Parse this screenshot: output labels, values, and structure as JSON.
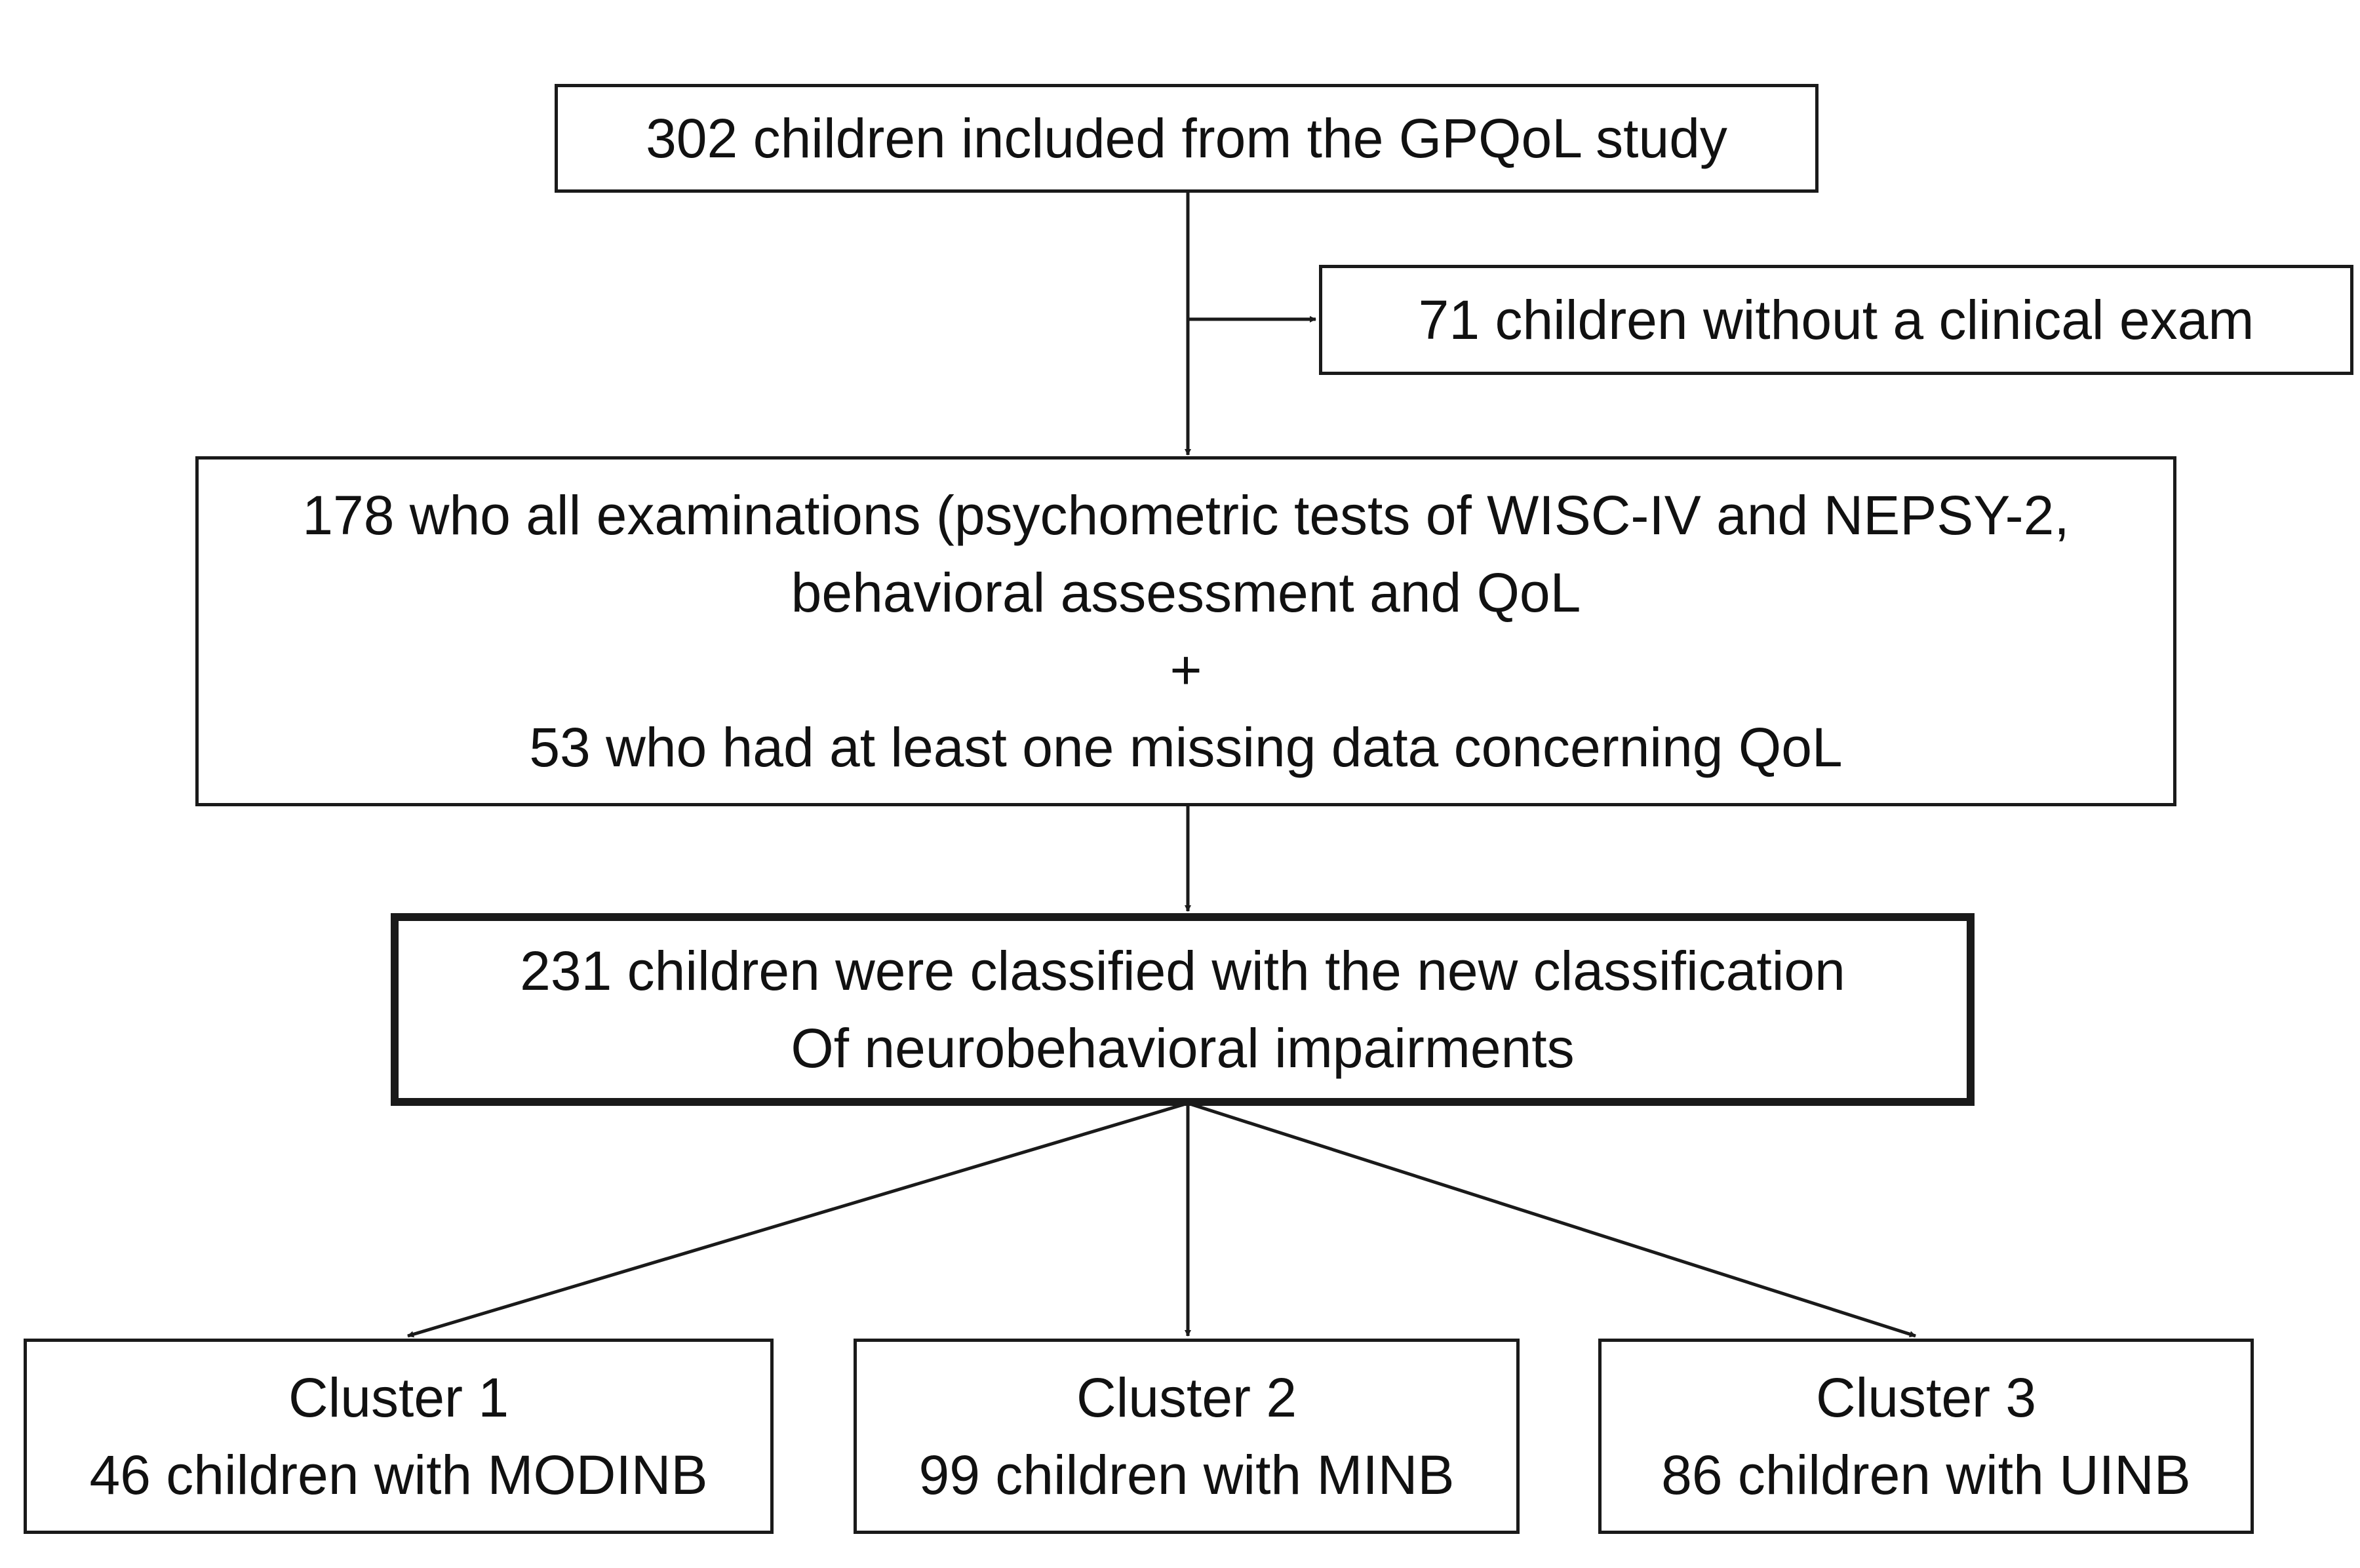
{
  "boxes": {
    "included": {
      "lines": [
        "302 children included from the GPQoL study"
      ]
    },
    "excluded": {
      "lines": [
        "71 children without a clinical exam"
      ]
    },
    "examined": {
      "lines": [
        "178 who all examinations (psychometric tests of WISC-IV and NEPSY-2,",
        "behavioral assessment and QoL",
        "+",
        "53 who had at least one missing data concerning QoL"
      ]
    },
    "classified": {
      "lines": [
        "231 children were classified with the new classification",
        "Of neurobehavioral impairments"
      ]
    },
    "cluster1": {
      "lines": [
        "Cluster 1",
        "46 children with MODINB"
      ]
    },
    "cluster2": {
      "lines": [
        "Cluster 2",
        "99 children with MINB"
      ]
    },
    "cluster3": {
      "lines": [
        "Cluster 3",
        "86 children with UINB"
      ]
    }
  },
  "colors": {
    "stroke": "#1a1a1a",
    "text": "#111111",
    "background": "#ffffff"
  }
}
